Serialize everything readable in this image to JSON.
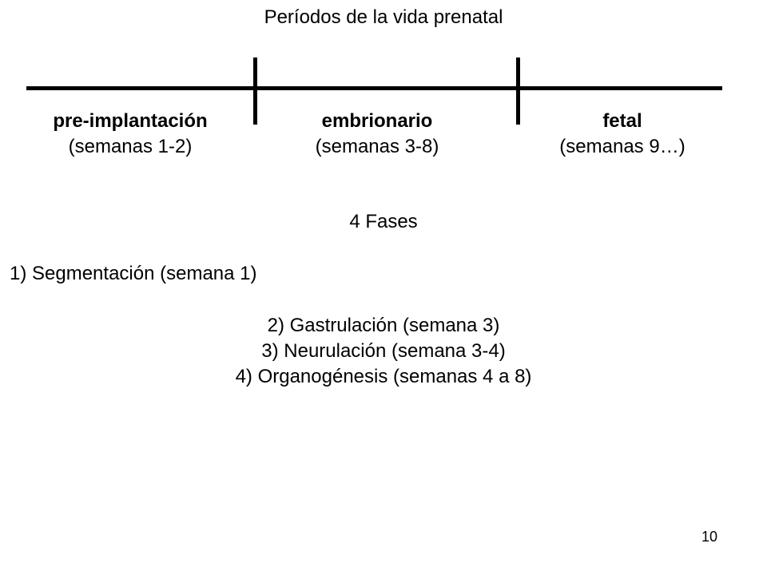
{
  "title": "Períodos de la vida prenatal",
  "periods": [
    {
      "name": "pre-implantación",
      "range": "(semanas 1-2)"
    },
    {
      "name": "embrionario",
      "range": "(semanas 3-8)"
    },
    {
      "name": "fetal",
      "range": "(semanas 9…)"
    }
  ],
  "phases": {
    "title": "4 Fases",
    "items": [
      "1) Segmentación (semana 1)",
      "2) Gastrulación (semana 3)",
      "3) Neurulación (semana 3-4)",
      "4) Organogénesis (semanas 4 a 8)"
    ]
  },
  "page_number": "10"
}
